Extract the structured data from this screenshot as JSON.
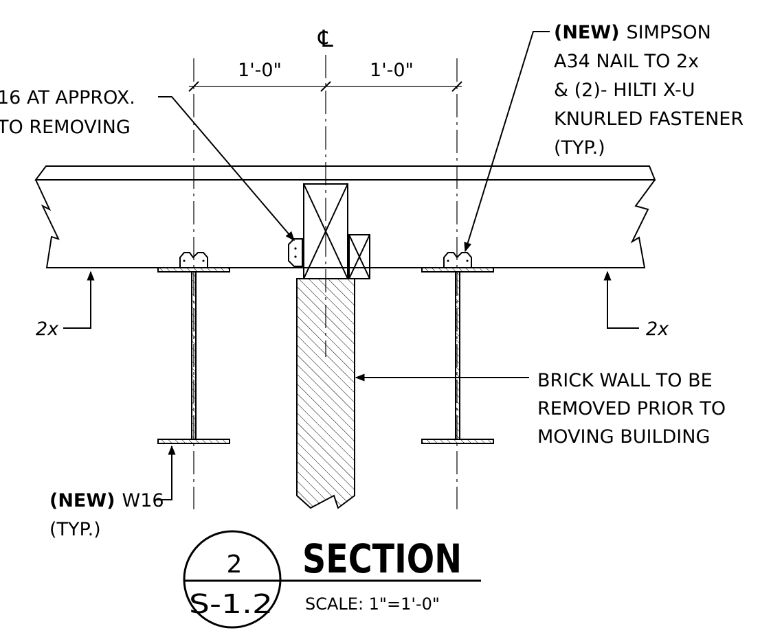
{
  "drawing": {
    "centerline_symbol": "℄",
    "dimensions": [
      "1'-0\"",
      "1'-0\""
    ],
    "notes": {
      "top_left": [
        "16 AT APPROX.",
        "TO REMOVING"
      ],
      "top_right": {
        "tag": "(NEW)",
        "lines": [
          "SIMPSON",
          "A34 NAIL TO 2x",
          "& (2)- HILTI X-U",
          "KNURLED FASTENER",
          "(TYP.)"
        ]
      },
      "left_joist": "2x",
      "right_joist": "2x",
      "brick_wall": [
        "BRICK WALL TO BE",
        "REMOVED PRIOR TO",
        "MOVING BUILDING"
      ],
      "beam": {
        "tag": "(NEW)",
        "text": "W16",
        "line2": "(TYP.)"
      }
    }
  },
  "title_block": {
    "detail_number": "2",
    "sheet_number": "S-1.2",
    "title": "SECTION",
    "scale": "SCALE: 1\"=1'-0\""
  }
}
